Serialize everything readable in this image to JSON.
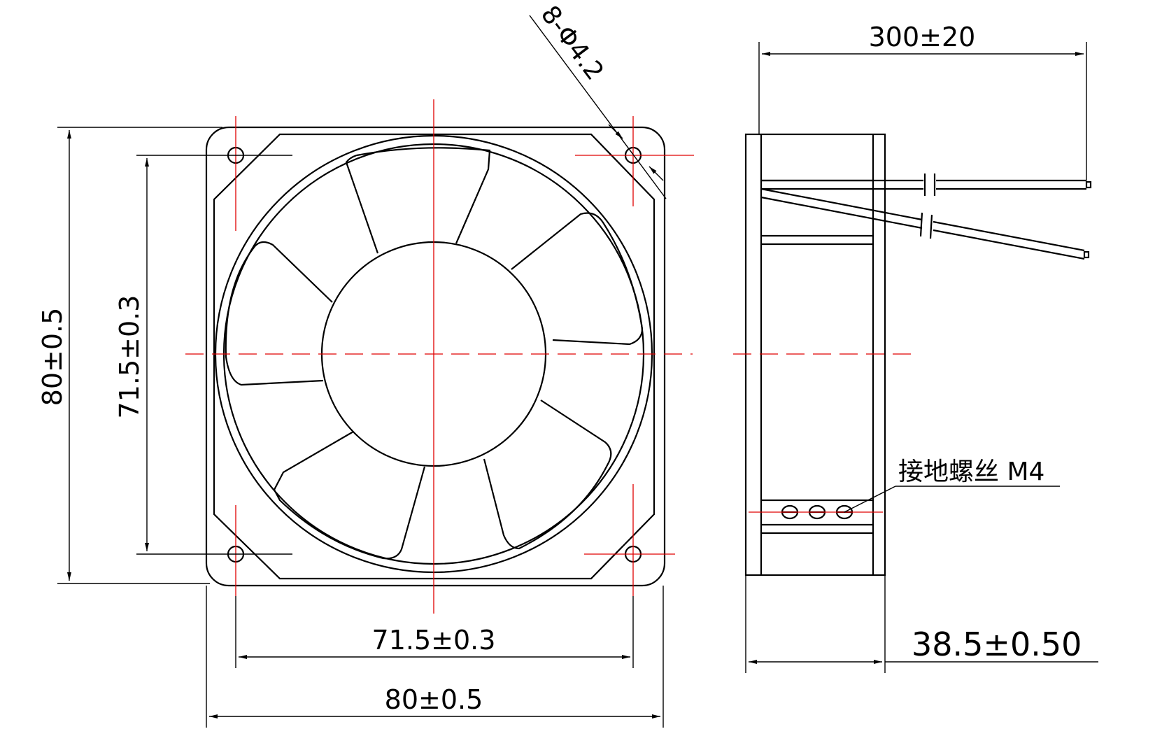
{
  "dimensions": {
    "mounting_holes": "8-Φ4.2",
    "cable_length": "300±20",
    "frame_height": "80±0.5",
    "hole_spacing_vertical": "71.5±0.3",
    "hole_spacing_horizontal": "71.5±0.3",
    "frame_width": "80±0.5",
    "frame_depth": "38.5±0.50"
  },
  "labels": {
    "ground_screw": "接地螺丝 M4"
  },
  "colors": {
    "outline": "#000000",
    "centerline": "#e00000"
  }
}
